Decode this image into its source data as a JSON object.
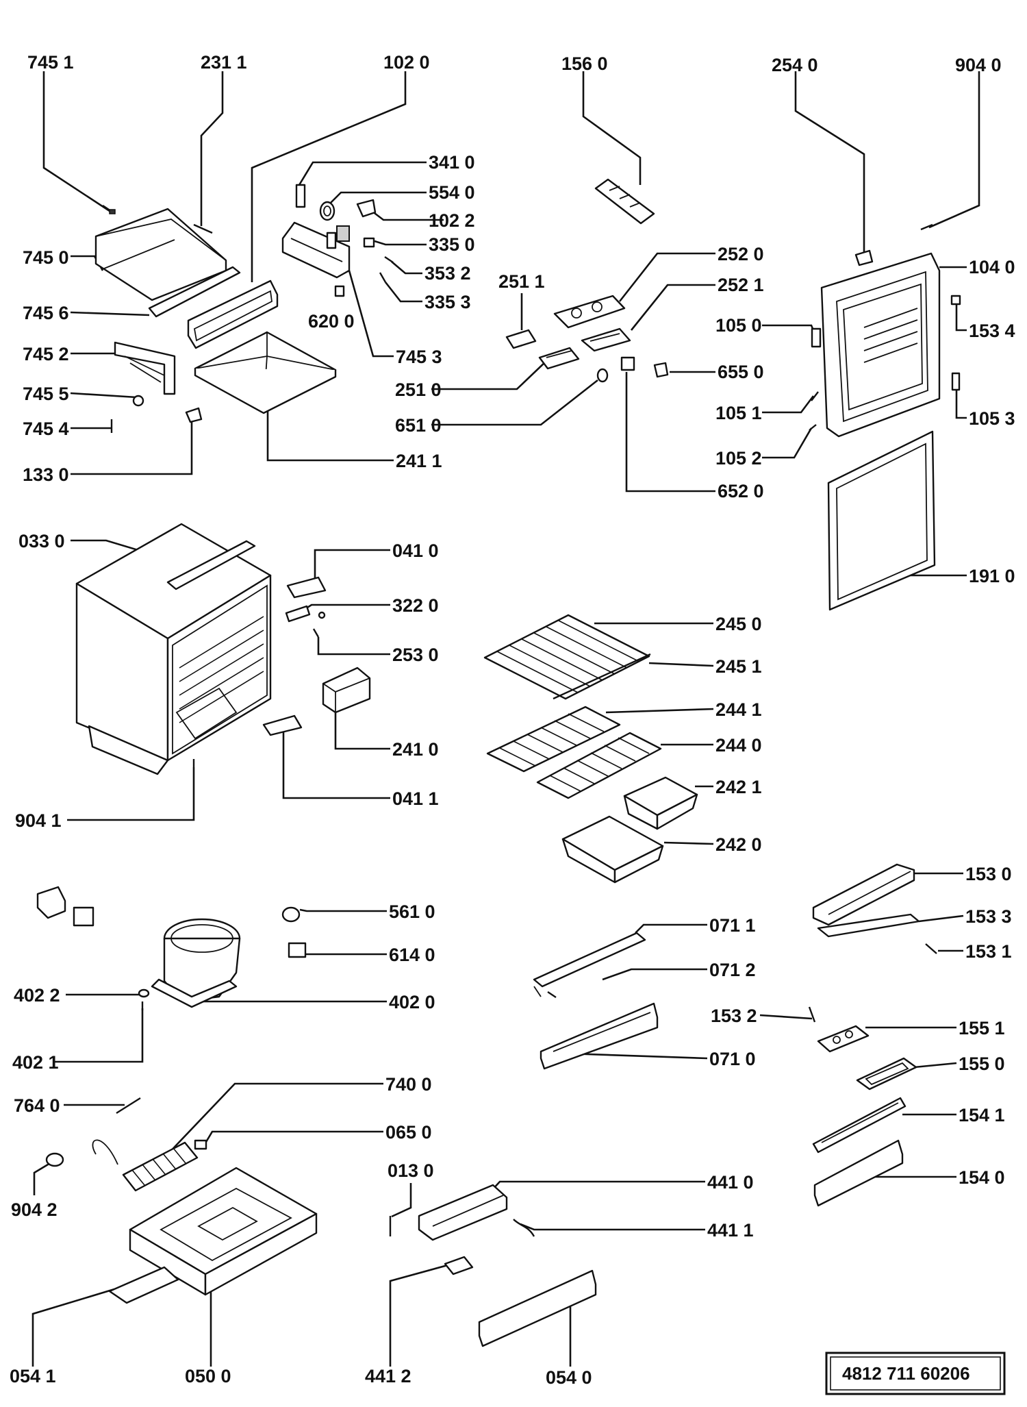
{
  "callouts": [
    "745 1",
    "231 1",
    "102 0",
    "156 0",
    "254 0",
    "904 0",
    "341 0",
    "554 0",
    "102 2",
    "335 0",
    "353 2",
    "335 3",
    "745 0",
    "745 6",
    "745 2",
    "745 5",
    "745 4",
    "133 0",
    "620 0",
    "745 3",
    "241 1",
    "252 0",
    "251 1",
    "252 1",
    "251 0",
    "651 0",
    "655 0",
    "652 0",
    "104 0",
    "105 0",
    "153 4",
    "105 1",
    "105 3",
    "105 2",
    "191 0",
    "033 0",
    "041 0",
    "322 0",
    "253 0",
    "241 0",
    "041 1",
    "904 1",
    "245 0",
    "245 1",
    "244 1",
    "244 0",
    "242 1",
    "242 0",
    "153 0",
    "153 3",
    "153 1",
    "561 0",
    "614 0",
    "402 2",
    "402 0",
    "402 1",
    "071 1",
    "071 2",
    "153 2",
    "155 1",
    "071 0",
    "155 0",
    "740 0",
    "764 0",
    "065 0",
    "154 1",
    "904 2",
    "013 0",
    "441 0",
    "154 0",
    "441 1",
    "054 1",
    "050 0",
    "441 2",
    "054 0"
  ],
  "document_number": "4812 711 60206"
}
